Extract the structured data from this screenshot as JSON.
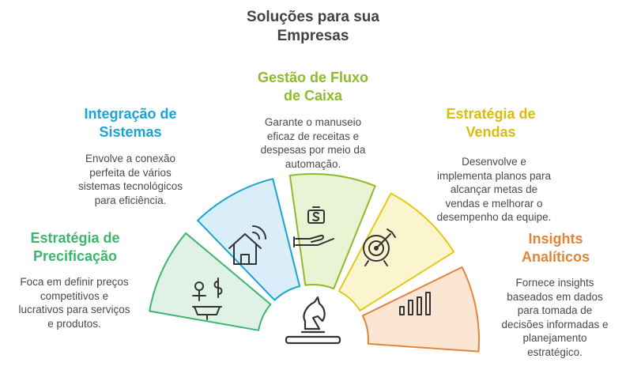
{
  "title_lines": [
    "Soluções para sua",
    "Empresas"
  ],
  "segments": [
    {
      "id": "pricing",
      "heading_lines": [
        "Estratégia de",
        "Precificação"
      ],
      "desc_lines": [
        "Foca em definir preços",
        "competitivos e",
        "lucrativos para serviços",
        "e produtos."
      ],
      "color": "#3db56f",
      "fill": "#dff2e5",
      "icon": "balance-scale-dollar-icon"
    },
    {
      "id": "systems",
      "heading_lines": [
        "Integração de",
        "Sistemas"
      ],
      "desc_lines": [
        "Envolve a conexão",
        "perfeita de vários",
        "sistemas tecnológicos",
        "para eficiência."
      ],
      "color": "#1aa3d4",
      "fill": "#d9eef8",
      "icon": "smart-home-icon"
    },
    {
      "id": "cashflow",
      "heading_lines": [
        "Gestão de Fluxo",
        "de Caixa"
      ],
      "desc_lines": [
        "Garante o manuseio",
        "eficaz de receitas e",
        "despesas por meio da",
        "automação."
      ],
      "color": "#8fba2a",
      "fill": "#eaf3d3",
      "icon": "cash-in-hand-icon"
    },
    {
      "id": "sales",
      "heading_lines": [
        "Estratégia de",
        "Vendas"
      ],
      "desc_lines": [
        "Desenvolve e",
        "implementa planos para",
        "alcançar metas de",
        "vendas e melhorar o",
        "desempenho da equipe."
      ],
      "color": "#e3c917",
      "fill": "#fbf5cf",
      "icon": "target-arrow-icon"
    },
    {
      "id": "insights",
      "heading_lines": [
        "Insights",
        "Analíticos"
      ],
      "desc_lines": [
        "Fornece insights",
        "baseados em dados",
        "para tomada de",
        "decisões informadas e",
        "planejamento",
        "estratégico."
      ],
      "color": "#e2853a",
      "fill": "#fbe5d3",
      "icon": "bar-chart-icon"
    }
  ],
  "center_icon": "chess-knight-icon",
  "colors": {
    "title": "#424242",
    "text": "#4a4a4a",
    "icon_stroke": "#333333"
  }
}
